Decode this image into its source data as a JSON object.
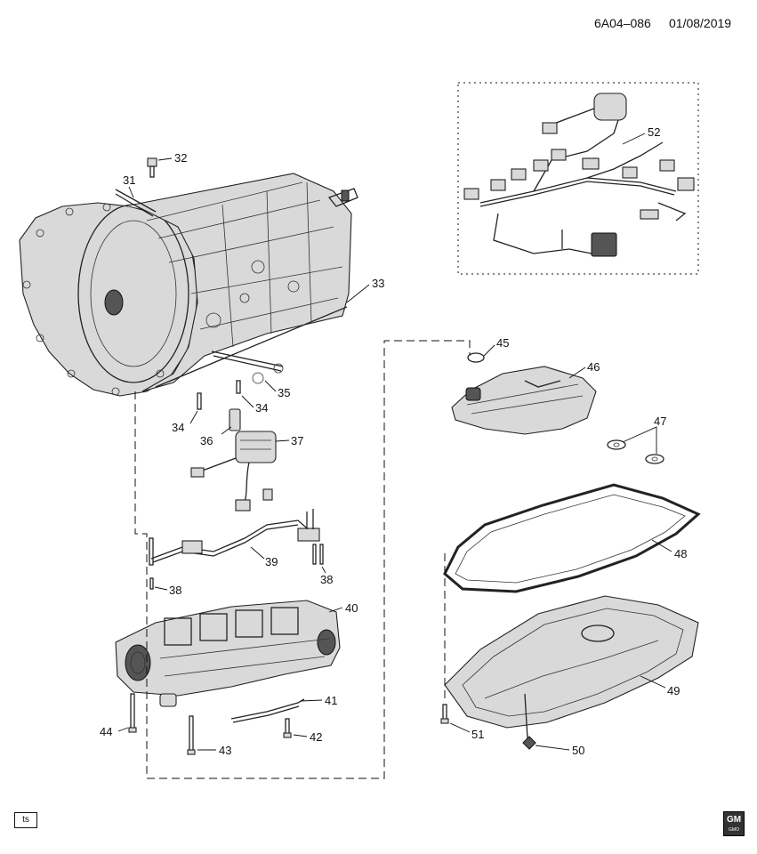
{
  "header": {
    "diagram_id": "6A04–086",
    "date": "01/08/2019"
  },
  "footer": {
    "ts_label": "ts",
    "logo_text": "GM",
    "logo_subtext": "GMO"
  },
  "callouts": {
    "c31": "31",
    "c32": "32",
    "c33": "33",
    "c34a": "34",
    "c34b": "34",
    "c35": "35",
    "c36": "36",
    "c37": "37",
    "c38a": "38",
    "c38b": "38",
    "c39": "39",
    "c40": "40",
    "c41": "41",
    "c42": "42",
    "c43": "43",
    "c44": "44",
    "c45": "45",
    "c46": "46",
    "c47": "47",
    "c48": "48",
    "c49": "49",
    "c50": "50",
    "c51": "51",
    "c52": "52"
  }
}
